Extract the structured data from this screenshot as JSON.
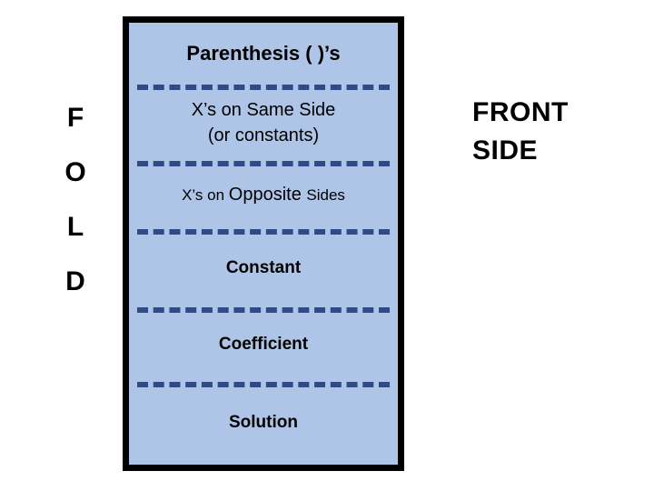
{
  "fold": {
    "letters": [
      "F",
      "O",
      "L",
      "D"
    ]
  },
  "panel": {
    "title": "Parenthesis ( )’s",
    "rows": [
      {
        "line1": "X’s on Same Side",
        "line2": "(or constants)"
      },
      {
        "pre": "X’s on ",
        "big": "Opposite ",
        "post": "Sides"
      },
      {
        "line1": "Constant"
      },
      {
        "line1": "Coefficient"
      },
      {
        "line1": "Solution"
      }
    ]
  },
  "side": {
    "line1": "FRONT",
    "line2": "SIDE"
  },
  "colors": {
    "panel_fill": "#aec5e7",
    "panel_border": "#000000",
    "dash": "#2e4b86"
  }
}
